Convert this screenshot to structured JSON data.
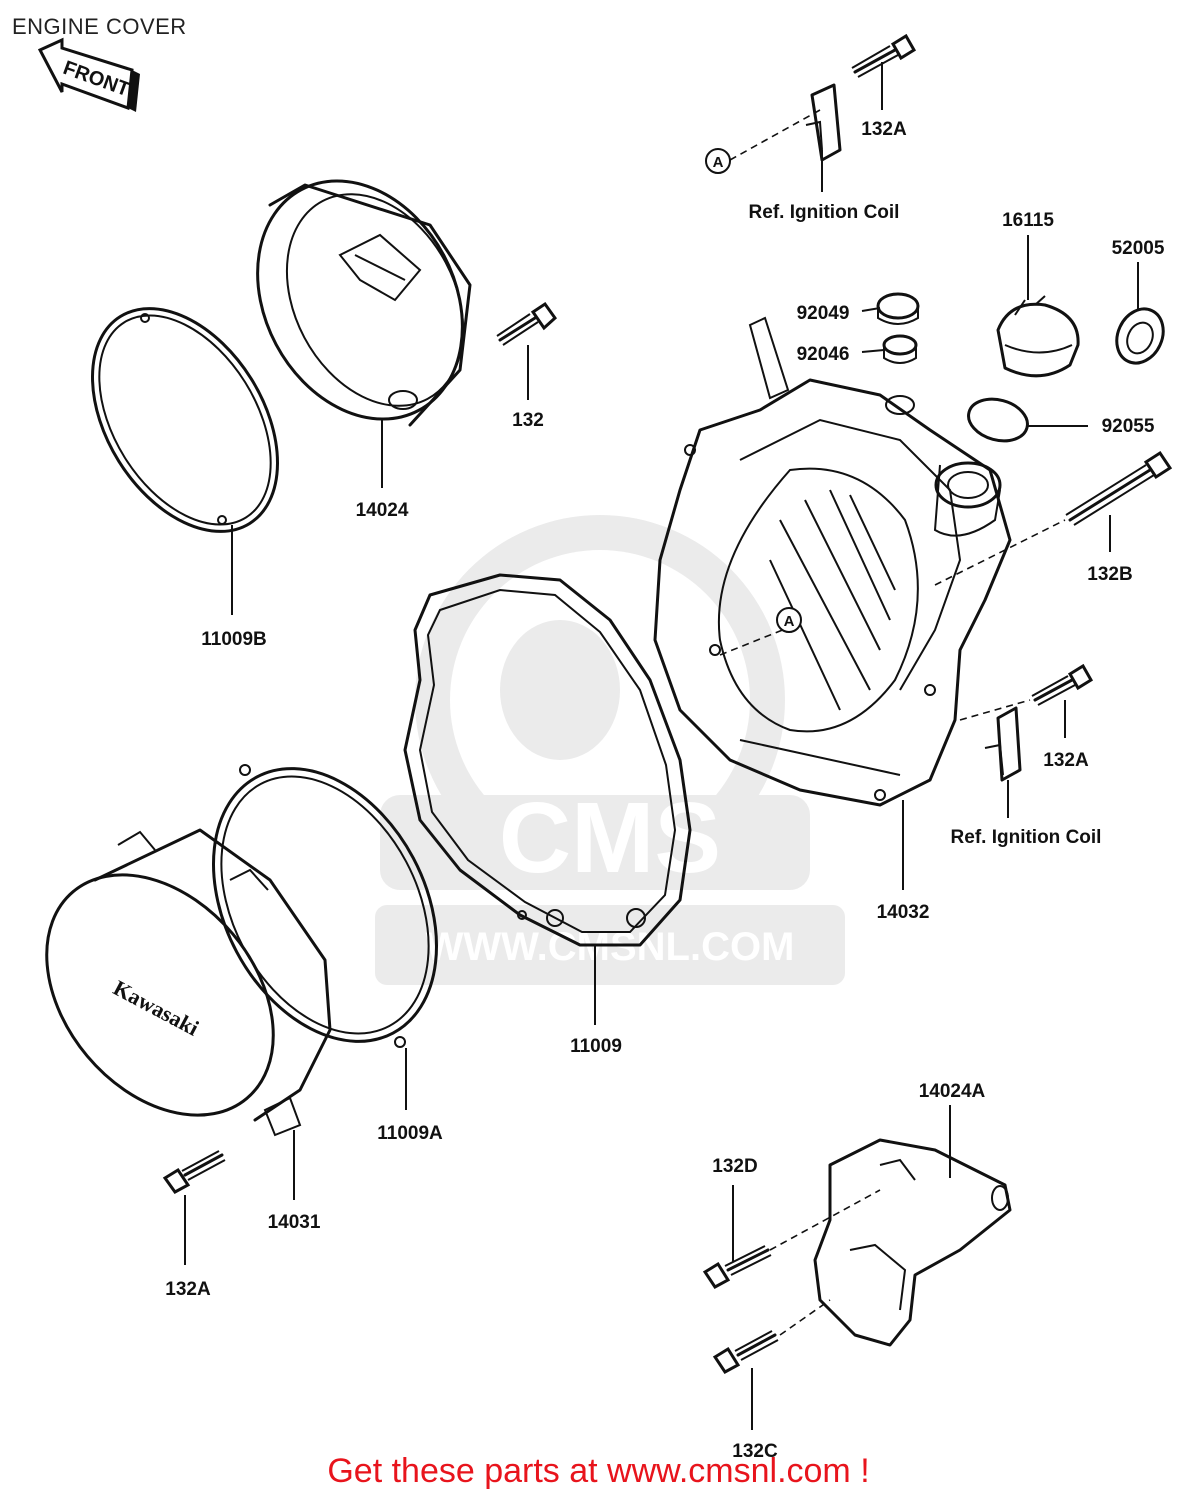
{
  "title": "ENGINE COVER",
  "front_marker": "FRONT",
  "watermark": {
    "brand": "CMS",
    "url": "WWW.CMSNL.COM"
  },
  "cover_logo_text": "Kawasaki",
  "callout_circle_letter": "A",
  "parts": [
    {
      "id": "132A_top",
      "number": "132A"
    },
    {
      "id": "ref_ign_top",
      "number": "Ref. Ignition Coil"
    },
    {
      "id": "16115",
      "number": "16115"
    },
    {
      "id": "52005",
      "number": "52005"
    },
    {
      "id": "92049",
      "number": "92049"
    },
    {
      "id": "92046",
      "number": "92046"
    },
    {
      "id": "92055",
      "number": "92055"
    },
    {
      "id": "132",
      "number": "132"
    },
    {
      "id": "14024",
      "number": "14024"
    },
    {
      "id": "11009B",
      "number": "11009B"
    },
    {
      "id": "132B",
      "number": "132B"
    },
    {
      "id": "132A_right",
      "number": "132A"
    },
    {
      "id": "ref_ign_right",
      "number": "Ref. Ignition Coil"
    },
    {
      "id": "14032",
      "number": "14032"
    },
    {
      "id": "11009",
      "number": "11009"
    },
    {
      "id": "11009A",
      "number": "11009A"
    },
    {
      "id": "14031",
      "number": "14031"
    },
    {
      "id": "132A_left",
      "number": "132A"
    },
    {
      "id": "14024A",
      "number": "14024A"
    },
    {
      "id": "132D",
      "number": "132D"
    },
    {
      "id": "132C",
      "number": "132C"
    }
  ],
  "footer": "Get these parts at www.cmsnl.com !"
}
